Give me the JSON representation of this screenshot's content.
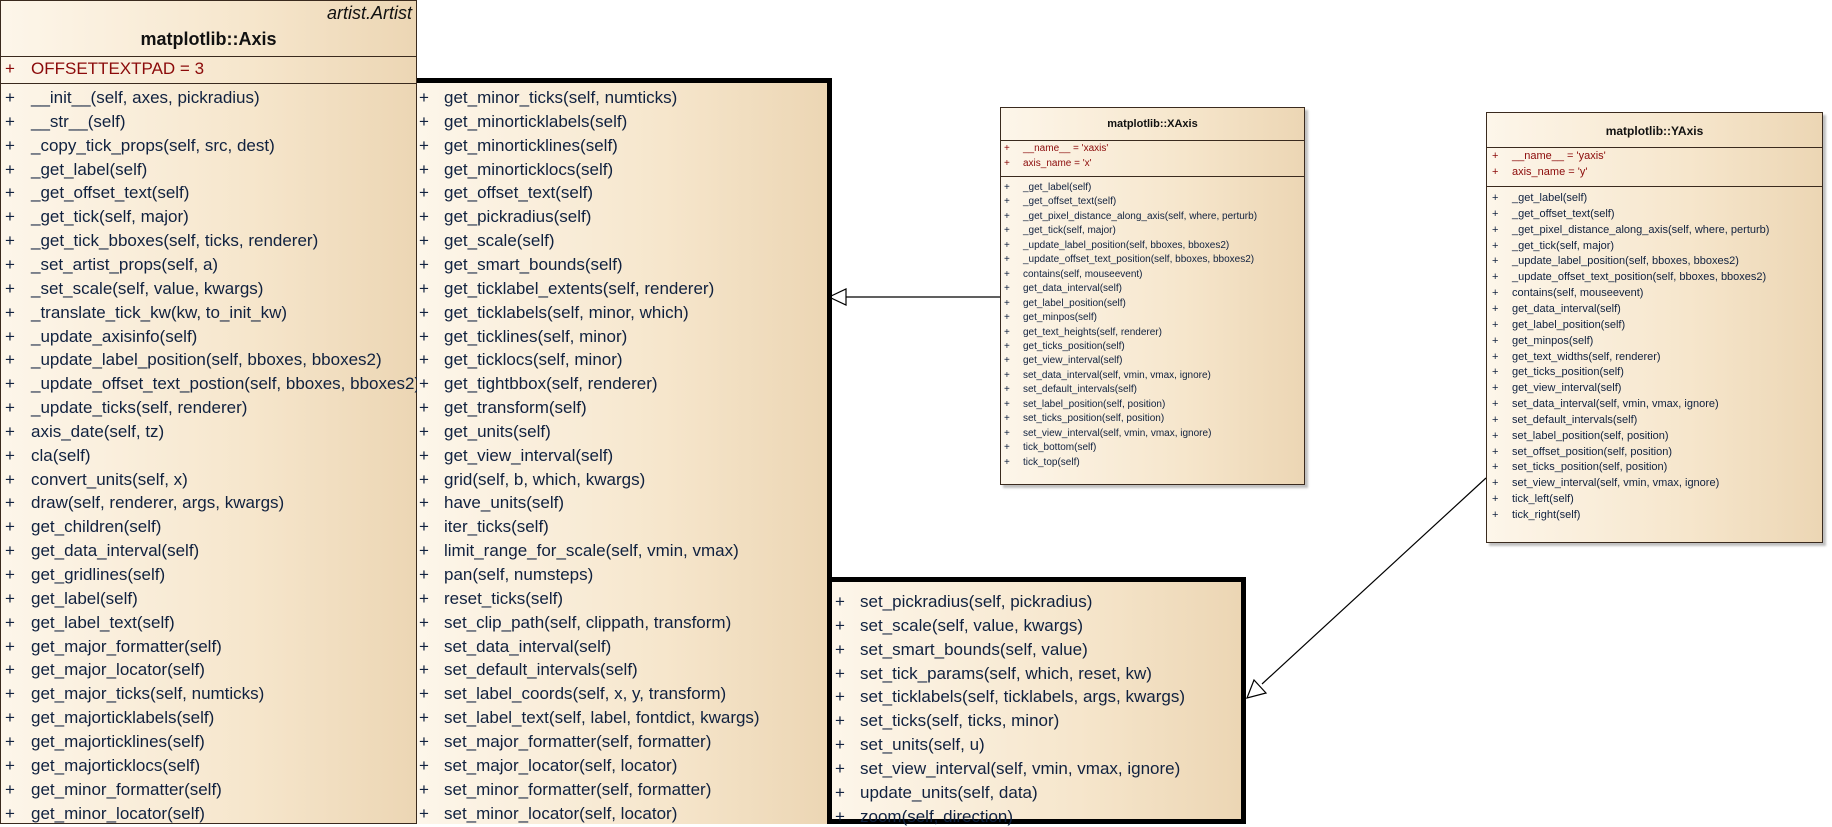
{
  "axis": {
    "stereotype": "artist.Artist",
    "name": "matplotlib::Axis",
    "attributes": [
      "OFFSETTEXTPAD = 3"
    ],
    "ops_col1": [
      "__init__(self, axes, pickradius)",
      "__str__(self)",
      "_copy_tick_props(self, src, dest)",
      "_get_label(self)",
      "_get_offset_text(self)",
      "_get_tick(self, major)",
      "_get_tick_bboxes(self, ticks, renderer)",
      "_set_artist_props(self, a)",
      "_set_scale(self, value, kwargs)",
      "_translate_tick_kw(kw, to_init_kw)",
      "_update_axisinfo(self)",
      "_update_label_position(self, bboxes, bboxes2)",
      "_update_offset_text_postion(self, bboxes, bboxes2)",
      "_update_ticks(self, renderer)",
      "axis_date(self, tz)",
      "cla(self)",
      "convert_units(self, x)",
      "draw(self, renderer, args, kwargs)",
      "get_children(self)",
      "get_data_interval(self)",
      "get_gridlines(self)",
      "get_label(self)",
      "get_label_text(self)",
      "get_major_formatter(self)",
      "get_major_locator(self)",
      "get_major_ticks(self, numticks)",
      "get_majorticklabels(self)",
      "get_majorticklines(self)",
      "get_majorticklocs(self)",
      "get_minor_formatter(self)",
      "get_minor_locator(self)"
    ],
    "ops_col2": [
      "get_minor_ticks(self, numticks)",
      "get_minorticklabels(self)",
      "get_minorticklines(self)",
      "get_minorticklocs(self)",
      "get_offset_text(self)",
      "get_pickradius(self)",
      "get_scale(self)",
      "get_smart_bounds(self)",
      "get_ticklabel_extents(self, renderer)",
      "get_ticklabels(self, minor, which)",
      "get_ticklines(self, minor)",
      "get_ticklocs(self, minor)",
      "get_tightbbox(self, renderer)",
      "get_transform(self)",
      "get_units(self)",
      "get_view_interval(self)",
      "grid(self, b, which, kwargs)",
      "have_units(self)",
      "iter_ticks(self)",
      "limit_range_for_scale(self, vmin, vmax)",
      "pan(self, numsteps)",
      "reset_ticks(self)",
      "set_clip_path(self, clippath, transform)",
      "set_data_interval(self)",
      "set_default_intervals(self)",
      "set_label_coords(self, x, y, transform)",
      "set_label_text(self, label, fontdict, kwargs)",
      "set_major_formatter(self, formatter)",
      "set_major_locator(self, locator)",
      "set_minor_formatter(self, formatter)",
      "set_minor_locator(self, locator)"
    ],
    "ops_col3": [
      "set_pickradius(self, pickradius)",
      "set_scale(self, value, kwargs)",
      "set_smart_bounds(self, value)",
      "set_tick_params(self, which, reset, kw)",
      "set_ticklabels(self, ticklabels, args, kwargs)",
      "set_ticks(self, ticks, minor)",
      "set_units(self, u)",
      "set_view_interval(self, vmin, vmax, ignore)",
      "update_units(self, data)",
      "zoom(self, direction)"
    ]
  },
  "xaxis": {
    "name": "matplotlib::XAxis",
    "attributes": [
      "__name__ = 'xaxis'",
      "axis_name = 'x'"
    ],
    "operations": [
      "_get_label(self)",
      "_get_offset_text(self)",
      "_get_pixel_distance_along_axis(self, where, perturb)",
      "_get_tick(self, major)",
      "_update_label_position(self, bboxes, bboxes2)",
      "_update_offset_text_position(self, bboxes, bboxes2)",
      "contains(self, mouseevent)",
      "get_data_interval(self)",
      "get_label_position(self)",
      "get_minpos(self)",
      "get_text_heights(self, renderer)",
      "get_ticks_position(self)",
      "get_view_interval(self)",
      "set_data_interval(self, vmin, vmax, ignore)",
      "set_default_intervals(self)",
      "set_label_position(self, position)",
      "set_ticks_position(self, position)",
      "set_view_interval(self, vmin, vmax, ignore)",
      "tick_bottom(self)",
      "tick_top(self)"
    ]
  },
  "yaxis": {
    "name": "matplotlib::YAxis",
    "attributes": [
      "__name__ = 'yaxis'",
      "axis_name = 'y'"
    ],
    "operations": [
      "_get_label(self)",
      "_get_offset_text(self)",
      "_get_pixel_distance_along_axis(self, where, perturb)",
      "_get_tick(self, major)",
      "_update_label_position(self, bboxes, bboxes2)",
      "_update_offset_text_position(self, bboxes, bboxes2)",
      "contains(self, mouseevent)",
      "get_data_interval(self)",
      "get_label_position(self)",
      "get_minpos(self)",
      "get_text_widths(self, renderer)",
      "get_ticks_position(self)",
      "get_view_interval(self)",
      "set_data_interval(self, vmin, vmax, ignore)",
      "set_default_intervals(self)",
      "set_label_position(self, position)",
      "set_offset_position(self, position)",
      "set_ticks_position(self, position)",
      "set_view_interval(self, vmin, vmax, ignore)",
      "tick_left(self)",
      "tick_right(self)"
    ]
  },
  "visibility_symbol": "+",
  "colors": {
    "attribute_text": "#8b0a0a",
    "operation_text": "#10213f",
    "class_fill_light": "#fdf6ea",
    "class_fill_dark": "#ecd6b4",
    "border": "#3a2a1e"
  }
}
